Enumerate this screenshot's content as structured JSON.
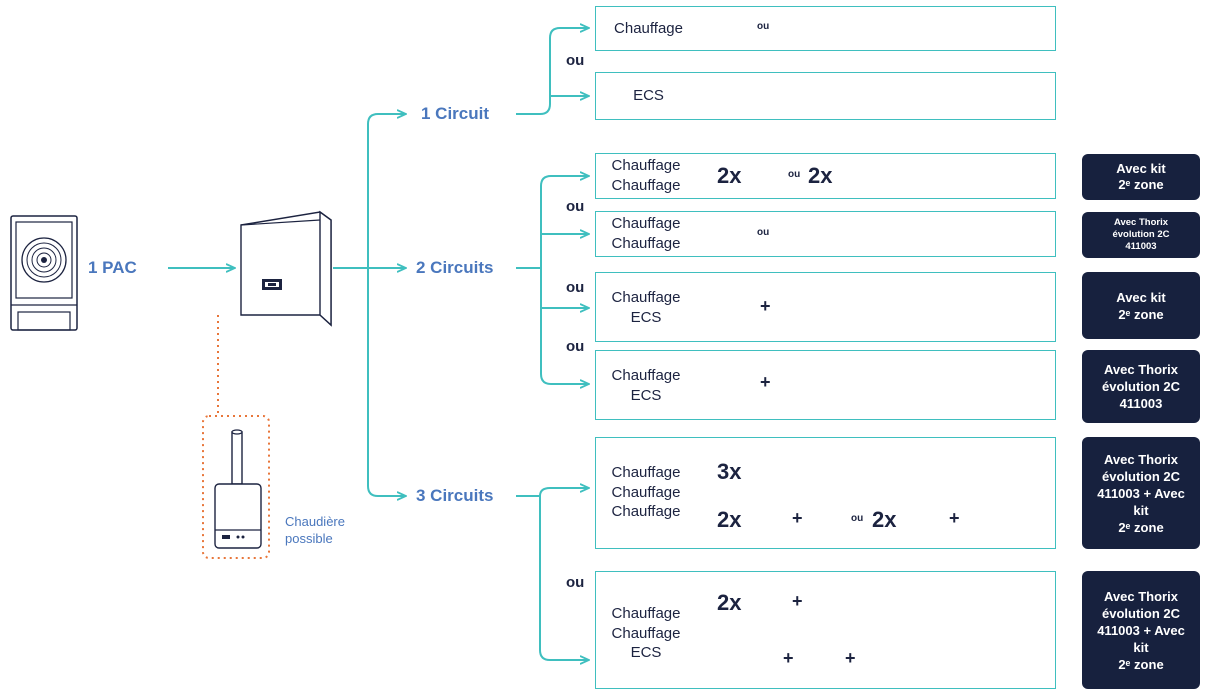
{
  "source": {
    "label": "1 PAC"
  },
  "boiler_note": {
    "line1": "Chaudière",
    "line2": "possible"
  },
  "branches": [
    {
      "label": "1 Circuit"
    },
    {
      "label": "2 Circuits"
    },
    {
      "label": "3 Circuits"
    }
  ],
  "ou": "ou",
  "plus": "+",
  "multipliers": {
    "two": "2x",
    "three": "3x"
  },
  "options": [
    {
      "lines": [
        "Chauffage"
      ]
    },
    {
      "lines": [
        "ECS"
      ]
    },
    {
      "lines": [
        "Chauffage",
        "Chauffage"
      ]
    },
    {
      "lines": [
        "Chauffage",
        "Chauffage"
      ]
    },
    {
      "lines": [
        "Chauffage",
        "ECS"
      ]
    },
    {
      "lines": [
        "Chauffage",
        "ECS"
      ]
    },
    {
      "lines": [
        "Chauffage",
        "Chauffage",
        "Chauffage"
      ]
    },
    {
      "lines": [
        "Chauffage",
        "Chauffage",
        "ECS"
      ]
    }
  ],
  "badges": [
    {
      "lines": [
        "Avec kit",
        "2ᵉ zone"
      ]
    },
    {
      "lines": [
        "Avec Thorix",
        "évolution 2C",
        "411003"
      ]
    },
    {
      "lines": [
        "Avec kit",
        "2ᵉ zone"
      ]
    },
    {
      "lines": [
        "Avec Thorix",
        "évolution 2C",
        "411003"
      ]
    },
    {
      "lines": [
        "Avec Thorix",
        "évolution 2C",
        "411003 + Avec",
        "kit",
        "2ᵉ zone"
      ]
    },
    {
      "lines": [
        "Avec Thorix",
        "évolution 2C",
        "411003 + Avec",
        "kit",
        "2ᵉ zone"
      ]
    }
  ],
  "colors": {
    "teal": "#3fbfbf",
    "blue": "#4a77bd",
    "navy": "#17213e",
    "dotted": "#e8763a"
  },
  "icons": [
    "radiator-icon",
    "floor-heating-icon",
    "water-drop-icon",
    "heat-pump-icon",
    "indoor-unit-icon",
    "boiler-icon"
  ]
}
